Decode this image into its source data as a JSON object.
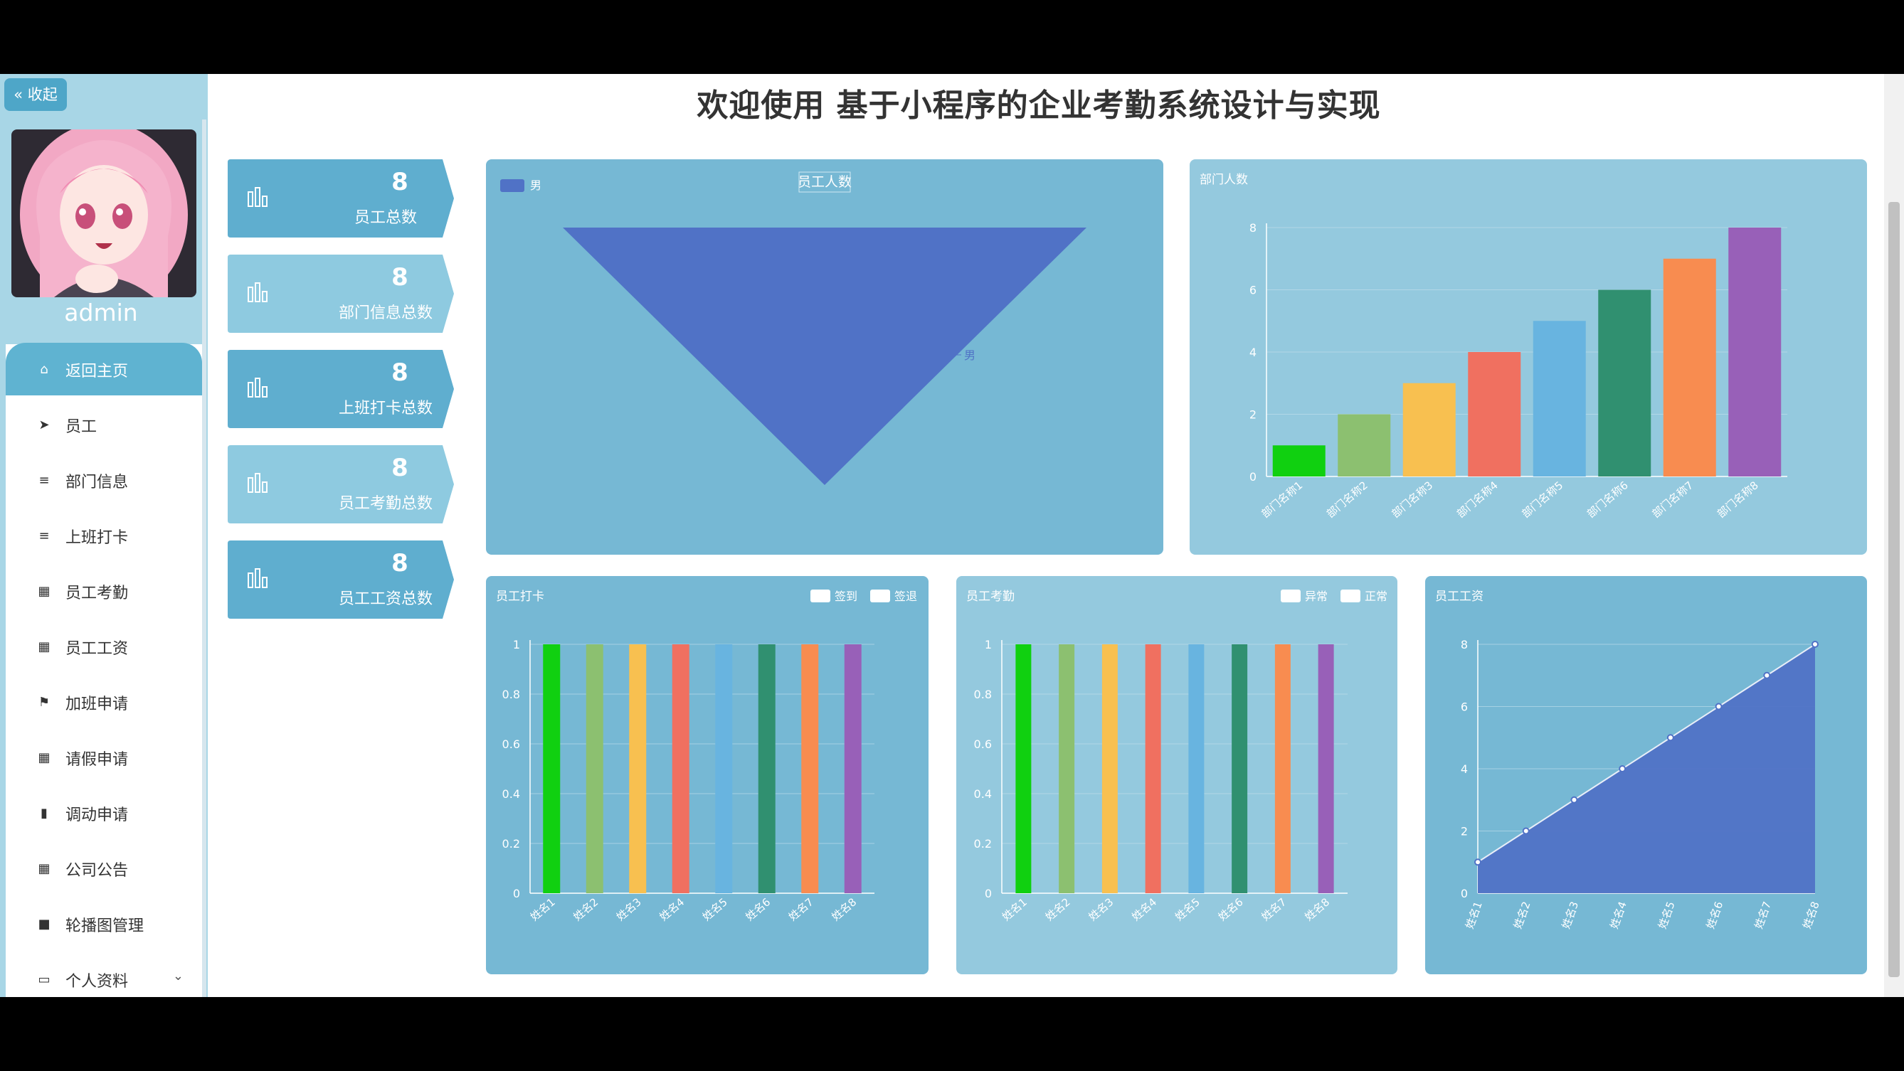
{
  "sidebar": {
    "collapse_label": "« 收起",
    "username": "admin",
    "items": [
      {
        "label": "返回主页",
        "icon": "home-icon",
        "glyph": "⌂",
        "active": true
      },
      {
        "label": "员工",
        "icon": "send-icon",
        "glyph": "➤"
      },
      {
        "label": "部门信息",
        "icon": "list-icon",
        "glyph": "≡"
      },
      {
        "label": "上班打卡",
        "icon": "list-icon",
        "glyph": "≡"
      },
      {
        "label": "员工考勤",
        "icon": "grid-icon",
        "glyph": "▦"
      },
      {
        "label": "员工工资",
        "icon": "grid-icon",
        "glyph": "▦"
      },
      {
        "label": "加班申请",
        "icon": "flag-icon",
        "glyph": "⚑"
      },
      {
        "label": "请假申请",
        "icon": "grid-icon",
        "glyph": "▦"
      },
      {
        "label": "调动申请",
        "icon": "bar-chart-icon",
        "glyph": "▮"
      },
      {
        "label": "公司公告",
        "icon": "grid-icon",
        "glyph": "▦"
      },
      {
        "label": "轮播图管理",
        "icon": "video-icon",
        "glyph": "■"
      },
      {
        "label": "个人资料",
        "icon": "profile-icon",
        "glyph": "▭",
        "chevron": "⌄"
      }
    ]
  },
  "page_title": "欢迎使用 基于小程序的企业考勤系统设计与实现",
  "stats": [
    {
      "value": "8",
      "label": "员工总数"
    },
    {
      "value": "8",
      "label": "部门信息总数"
    },
    {
      "value": "8",
      "label": "上班打卡总数"
    },
    {
      "value": "8",
      "label": "员工考勤总数"
    },
    {
      "value": "8",
      "label": "员工工资总数"
    }
  ],
  "colors": {
    "sidebar_bg": "#a8d6e6",
    "active_item": "#5fb3d1",
    "panel_dark": "#76b8d4",
    "panel_light": "#94c9de",
    "stat_dark": "#5faecf",
    "stat_light": "#8ecae0"
  },
  "chart_data": [
    {
      "type": "funnel",
      "title": "员工人数",
      "legend": [
        "男"
      ],
      "values": [
        {
          "name": "男",
          "value": 8
        }
      ],
      "color": "#5072c6"
    },
    {
      "type": "bar",
      "title": "部门人数",
      "categories": [
        "部门名称1",
        "部门名称2",
        "部门名称3",
        "部门名称4",
        "部门名称5",
        "部门名称6",
        "部门名称7",
        "部门名称8"
      ],
      "values": [
        1,
        2,
        3,
        4,
        5,
        6,
        7,
        8
      ],
      "colors": [
        "#10d010",
        "#8cc070",
        "#f8c050",
        "#f07060",
        "#68b4e0",
        "#309070",
        "#f88c50",
        "#9860b8"
      ],
      "ylim": [
        0,
        8
      ],
      "yticks": [
        0,
        2,
        4,
        6,
        8
      ]
    },
    {
      "type": "bar",
      "title": "员工打卡",
      "legend": [
        "签到",
        "签退"
      ],
      "categories": [
        "姓名1",
        "姓名2",
        "姓名3",
        "姓名4",
        "姓名5",
        "姓名6",
        "姓名7",
        "姓名8"
      ],
      "values": [
        1,
        1,
        1,
        1,
        1,
        1,
        1,
        1
      ],
      "colors": [
        "#10d010",
        "#8cc070",
        "#f8c050",
        "#f07060",
        "#68b4e0",
        "#309070",
        "#f88c50",
        "#9860b8"
      ],
      "ylim": [
        0,
        1
      ],
      "yticks": [
        "0",
        "0.2",
        "0.4",
        "0.6",
        "0.8",
        "1"
      ]
    },
    {
      "type": "bar",
      "title": "员工考勤",
      "legend": [
        "异常",
        "正常"
      ],
      "categories": [
        "姓名1",
        "姓名2",
        "姓名3",
        "姓名4",
        "姓名5",
        "姓名6",
        "姓名7",
        "姓名8"
      ],
      "values": [
        1,
        1,
        1,
        1,
        1,
        1,
        1,
        1
      ],
      "colors": [
        "#10d010",
        "#8cc070",
        "#f8c050",
        "#f07060",
        "#68b4e0",
        "#309070",
        "#f88c50",
        "#9860b8"
      ],
      "ylim": [
        0,
        1
      ],
      "yticks": [
        "0",
        "0.2",
        "0.4",
        "0.6",
        "0.8",
        "1"
      ]
    },
    {
      "type": "area",
      "title": "员工工资",
      "categories": [
        "姓名1",
        "姓名2",
        "姓名3",
        "姓名4",
        "姓名5",
        "姓名6",
        "姓名7",
        "姓名8"
      ],
      "values": [
        1,
        2,
        3,
        4,
        5,
        6,
        7,
        8
      ],
      "ylim": [
        0,
        8
      ],
      "yticks": [
        0,
        2,
        4,
        6,
        8
      ],
      "color": "#5072c6"
    }
  ]
}
